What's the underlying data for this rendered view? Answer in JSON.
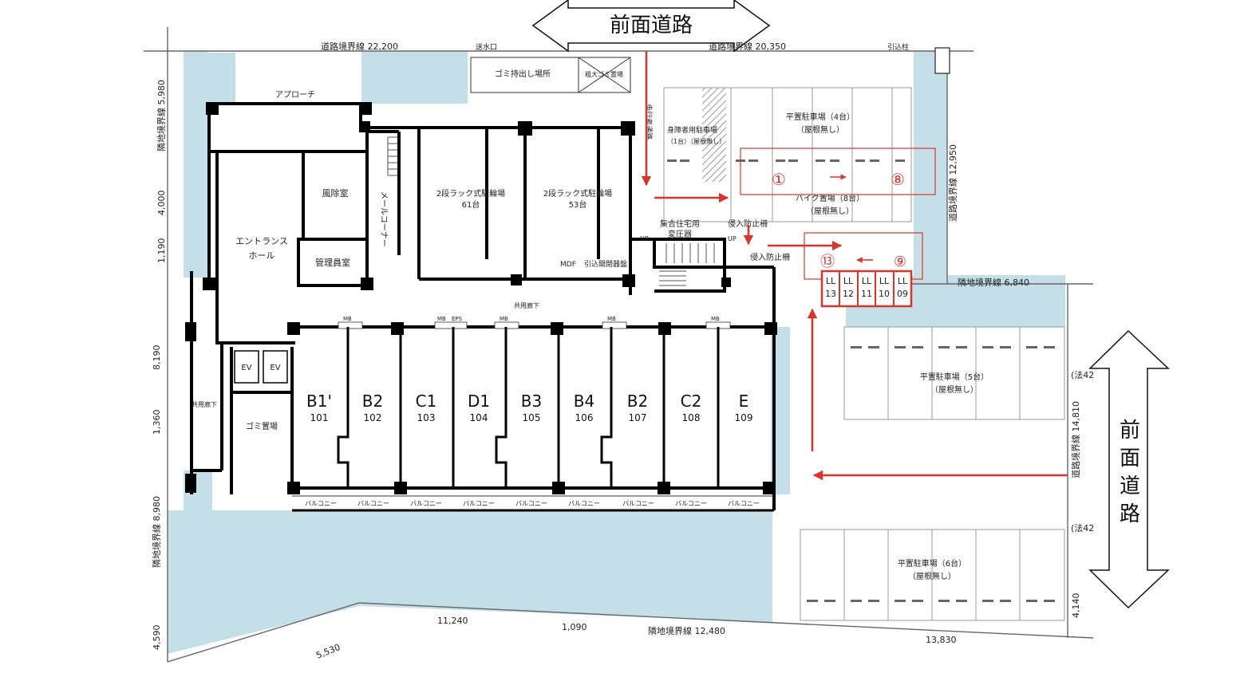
{
  "colors": {
    "water": "#c5dfe9",
    "wall": "#000000",
    "accent": "#d9352b",
    "grid": "#bbbbbb",
    "line": "#666666"
  },
  "front_road": {
    "top": "前面道路",
    "right": [
      "前",
      "面",
      "道",
      "路"
    ]
  },
  "boundary": {
    "top_left": "道路境界線 22,200",
    "top_right": "道路境界線 20,350",
    "right": "道路境界線 12,950",
    "right2": "道路境界線 14,810",
    "mid_right": "隣地境界線 6,840",
    "left1": "隣地境界線 5,980",
    "left2": "隣地境界線 8,980",
    "left_dim1": "4,000",
    "left_dim2": "1,190",
    "left_dim3": "8,190",
    "left_dim4": "1,360",
    "left_dim5": "4,590",
    "bottom_main": "隣地境界線 12,480",
    "bottom_11240": "11,240",
    "bottom_1090": "1,090",
    "bottom_5530": "5,530",
    "bottom_13830": "13,830",
    "right_4140": "4,140",
    "law1": "(法42",
    "law2": "(法42"
  },
  "labels": {
    "water_inlet": "送水口",
    "pole": "引込柱",
    "approach": "アプローチ",
    "garbage_out": "ゴミ持出し場所",
    "bulky_garbage": "粗大ゴミ置場",
    "windbreak": "風除室",
    "mail": "メールコーナー",
    "entrance": "エントランス",
    "entrance2": "ホール",
    "manager": "管理員室",
    "bike1": "2段ラック式駐輪場",
    "bike1_count": "61台",
    "bike2": "2段ラック式駐輪場",
    "bike2_count": "53台",
    "parking4": "平置駐車場（4台）",
    "no_roof": "（屋根無し）",
    "accessible": "身障者用駐車場",
    "accessible2": "（1台）（屋根無し）",
    "moto": "バイク置場（8台）",
    "moto_roof": "（屋根無し）",
    "transformer": "集合住宅用",
    "transformer2": "変圧器",
    "fence1": "侵入防止柵",
    "fence2": "侵入防止柵",
    "up1": "UP",
    "up2": "UP",
    "mdf": "MDF",
    "panel": "引込開閉器盤",
    "corridor": "共用廊下",
    "corridor_left": "共用廊下",
    "ev": "EV",
    "garbage": "ゴミ置場",
    "parking5": "平置駐車場（5台）",
    "parking5_roof": "（屋根無し）",
    "parking6": "平置駐車場（6台）",
    "parking6_roof": "（屋根無し）",
    "balcony": "バルコニー",
    "mb": "MB",
    "eps": "EPS",
    "sidewalk": "歩行者通路",
    "circle1": "①",
    "circle8": "⑧",
    "circle9": "⑨",
    "circle13": "⑬"
  },
  "units": [
    {
      "type": "B1'",
      "no": "101"
    },
    {
      "type": "B2",
      "no": "102"
    },
    {
      "type": "C1",
      "no": "103"
    },
    {
      "type": "D1",
      "no": "104"
    },
    {
      "type": "B3",
      "no": "105"
    },
    {
      "type": "B4",
      "no": "106"
    },
    {
      "type": "B2",
      "no": "107"
    },
    {
      "type": "C2",
      "no": "108"
    },
    {
      "type": "E",
      "no": "109"
    }
  ],
  "lockers": [
    {
      "a": "LL",
      "b": "13"
    },
    {
      "a": "LL",
      "b": "12"
    },
    {
      "a": "LL",
      "b": "11"
    },
    {
      "a": "LL",
      "b": "10"
    },
    {
      "a": "LL",
      "b": "09"
    }
  ]
}
